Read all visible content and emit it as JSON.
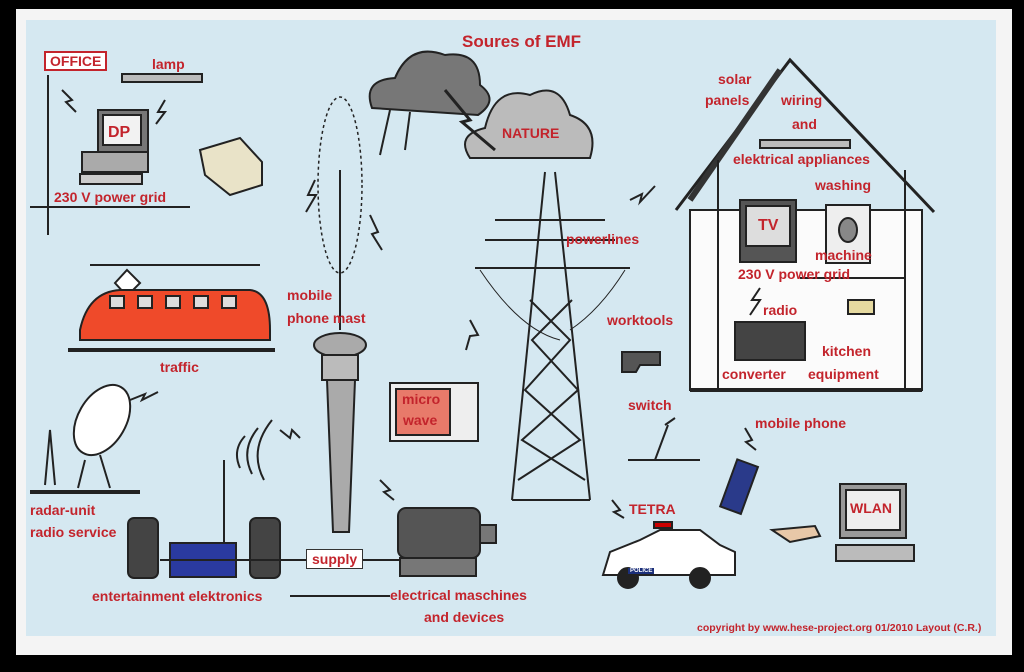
{
  "title": "Soures of EMF",
  "labels": {
    "office": "OFFICE",
    "lamp": "lamp",
    "dp": "DP",
    "office_grid": "230 V power grid",
    "traffic": "traffic",
    "mast_1": "mobile",
    "mast_2": "phone  mast",
    "nature": "NATURE",
    "powerlines": "powerlines",
    "solar_1": "solar",
    "solar_2": "panels",
    "wiring_1": "wiring",
    "wiring_2": "and",
    "appliances": "elektrical appliances",
    "washing_1": "washing",
    "washing_2": "machine",
    "tv": "TV",
    "house_grid": "230 V power grid",
    "radio": "radio",
    "kitchen_1": "kitchen",
    "kitchen_2": "equipment",
    "converter": "converter",
    "worktools": "worktools",
    "micro_1": "micro",
    "micro_2": "wave",
    "switch": "switch",
    "mobile_phone": "mobile phone",
    "radar_1": "radar-unit",
    "radar_2": "radio service",
    "tetra": "TETRA",
    "police": "POLICE",
    "wlan": "WLAN",
    "supply": "supply",
    "entertainment": "entertainment  elektronics",
    "machines_1": "electrical maschines",
    "machines_2": "and devices"
  },
  "copyright": "copyright by www.hese-project.org 01/2010   Layout (C.R.)",
  "colors": {
    "label": "#c3242c",
    "background": "#d5e8f1"
  }
}
